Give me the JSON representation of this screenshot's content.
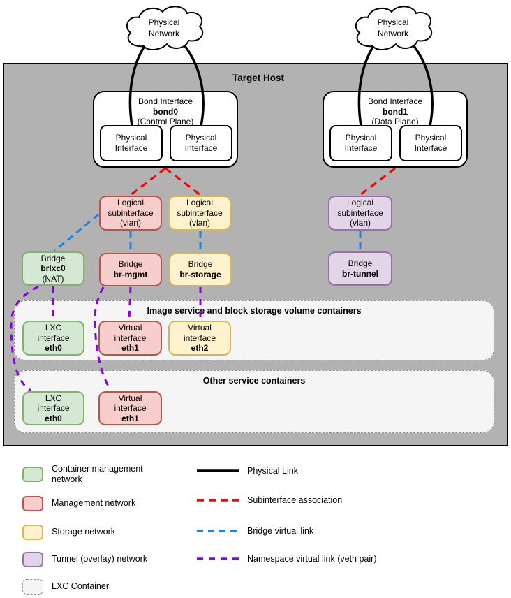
{
  "diagram": {
    "clouds": [
      {
        "label": "Physical Network"
      },
      {
        "label": "Physical Network"
      }
    ],
    "host": {
      "label": "Target Host"
    },
    "bonds": [
      {
        "title": "Bond Interface",
        "name": "bond0",
        "plane": "(Control Plane)",
        "interfaces": [
          {
            "label": "Physical Interface"
          },
          {
            "label": "Physical Interface"
          }
        ]
      },
      {
        "title": "Bond Interface",
        "name": "bond1",
        "plane": "(Data Plane)",
        "interfaces": [
          {
            "label": "Physical Interface"
          },
          {
            "label": "Physical Interface"
          }
        ]
      }
    ],
    "subinterfaces": [
      {
        "label": "Logical subinterface (vlan)",
        "network": "management"
      },
      {
        "label": "Logical subinterface (vlan)",
        "network": "storage"
      },
      {
        "label": "Logical subinterface (vlan)",
        "network": "tunnel"
      }
    ],
    "bridges": [
      {
        "title": "Bridge",
        "name": "brlxc0",
        "suffix": "(NAT)",
        "network": "container-management"
      },
      {
        "title": "Bridge",
        "name": "br-mgmt",
        "suffix": "",
        "network": "management"
      },
      {
        "title": "Bridge",
        "name": "br-storage",
        "suffix": "",
        "network": "storage"
      },
      {
        "title": "Bridge",
        "name": "br-tunnel",
        "suffix": "",
        "network": "tunnel"
      }
    ],
    "containers": [
      {
        "title": "Image service and block storage volume containers",
        "interfaces": [
          {
            "type": "LXC interface",
            "name": "eth0",
            "network": "container-management"
          },
          {
            "type": "Virtual interface",
            "name": "eth1",
            "network": "management"
          },
          {
            "type": "Virtual interface",
            "name": "eth2",
            "network": "storage"
          }
        ]
      },
      {
        "title": "Other service containers",
        "interfaces": [
          {
            "type": "LXC interface",
            "name": "eth0",
            "network": "container-management"
          },
          {
            "type": "Virtual interface",
            "name": "eth1",
            "network": "management"
          }
        ]
      }
    ]
  },
  "legend": {
    "swatches": [
      {
        "label": "Container management network",
        "color": "#d5e8d4"
      },
      {
        "label": "Management network",
        "color": "#f8cecc"
      },
      {
        "label": "Storage network",
        "color": "#fff2cc"
      },
      {
        "label": "Tunnel (overlay) network",
        "color": "#e1d5e7"
      },
      {
        "label": "LXC Container",
        "color": "#f5f5f5"
      }
    ],
    "lines": [
      {
        "label": "Physical Link",
        "style": "solid",
        "color": "#000000"
      },
      {
        "label": "Subinterface association",
        "style": "dashed",
        "color": "#ff0000"
      },
      {
        "label": "Bridge virtual link",
        "style": "dashed",
        "color": "#1484ee"
      },
      {
        "label": "Namespace virtual link (veth pair)",
        "style": "dashed",
        "color": "#8a00e0"
      }
    ]
  },
  "colors": {
    "host_fill": "#b2b2b2",
    "green_fill": "#d5e8d4",
    "green_stroke": "#82b366",
    "red_fill": "#f8cecc",
    "red_stroke": "#b85450",
    "yellow_fill": "#fff2cc",
    "yellow_stroke": "#d6b656",
    "purple_fill": "#e1d5e7",
    "purple_stroke": "#9673a6",
    "container_fill": "#f5f5f5"
  }
}
